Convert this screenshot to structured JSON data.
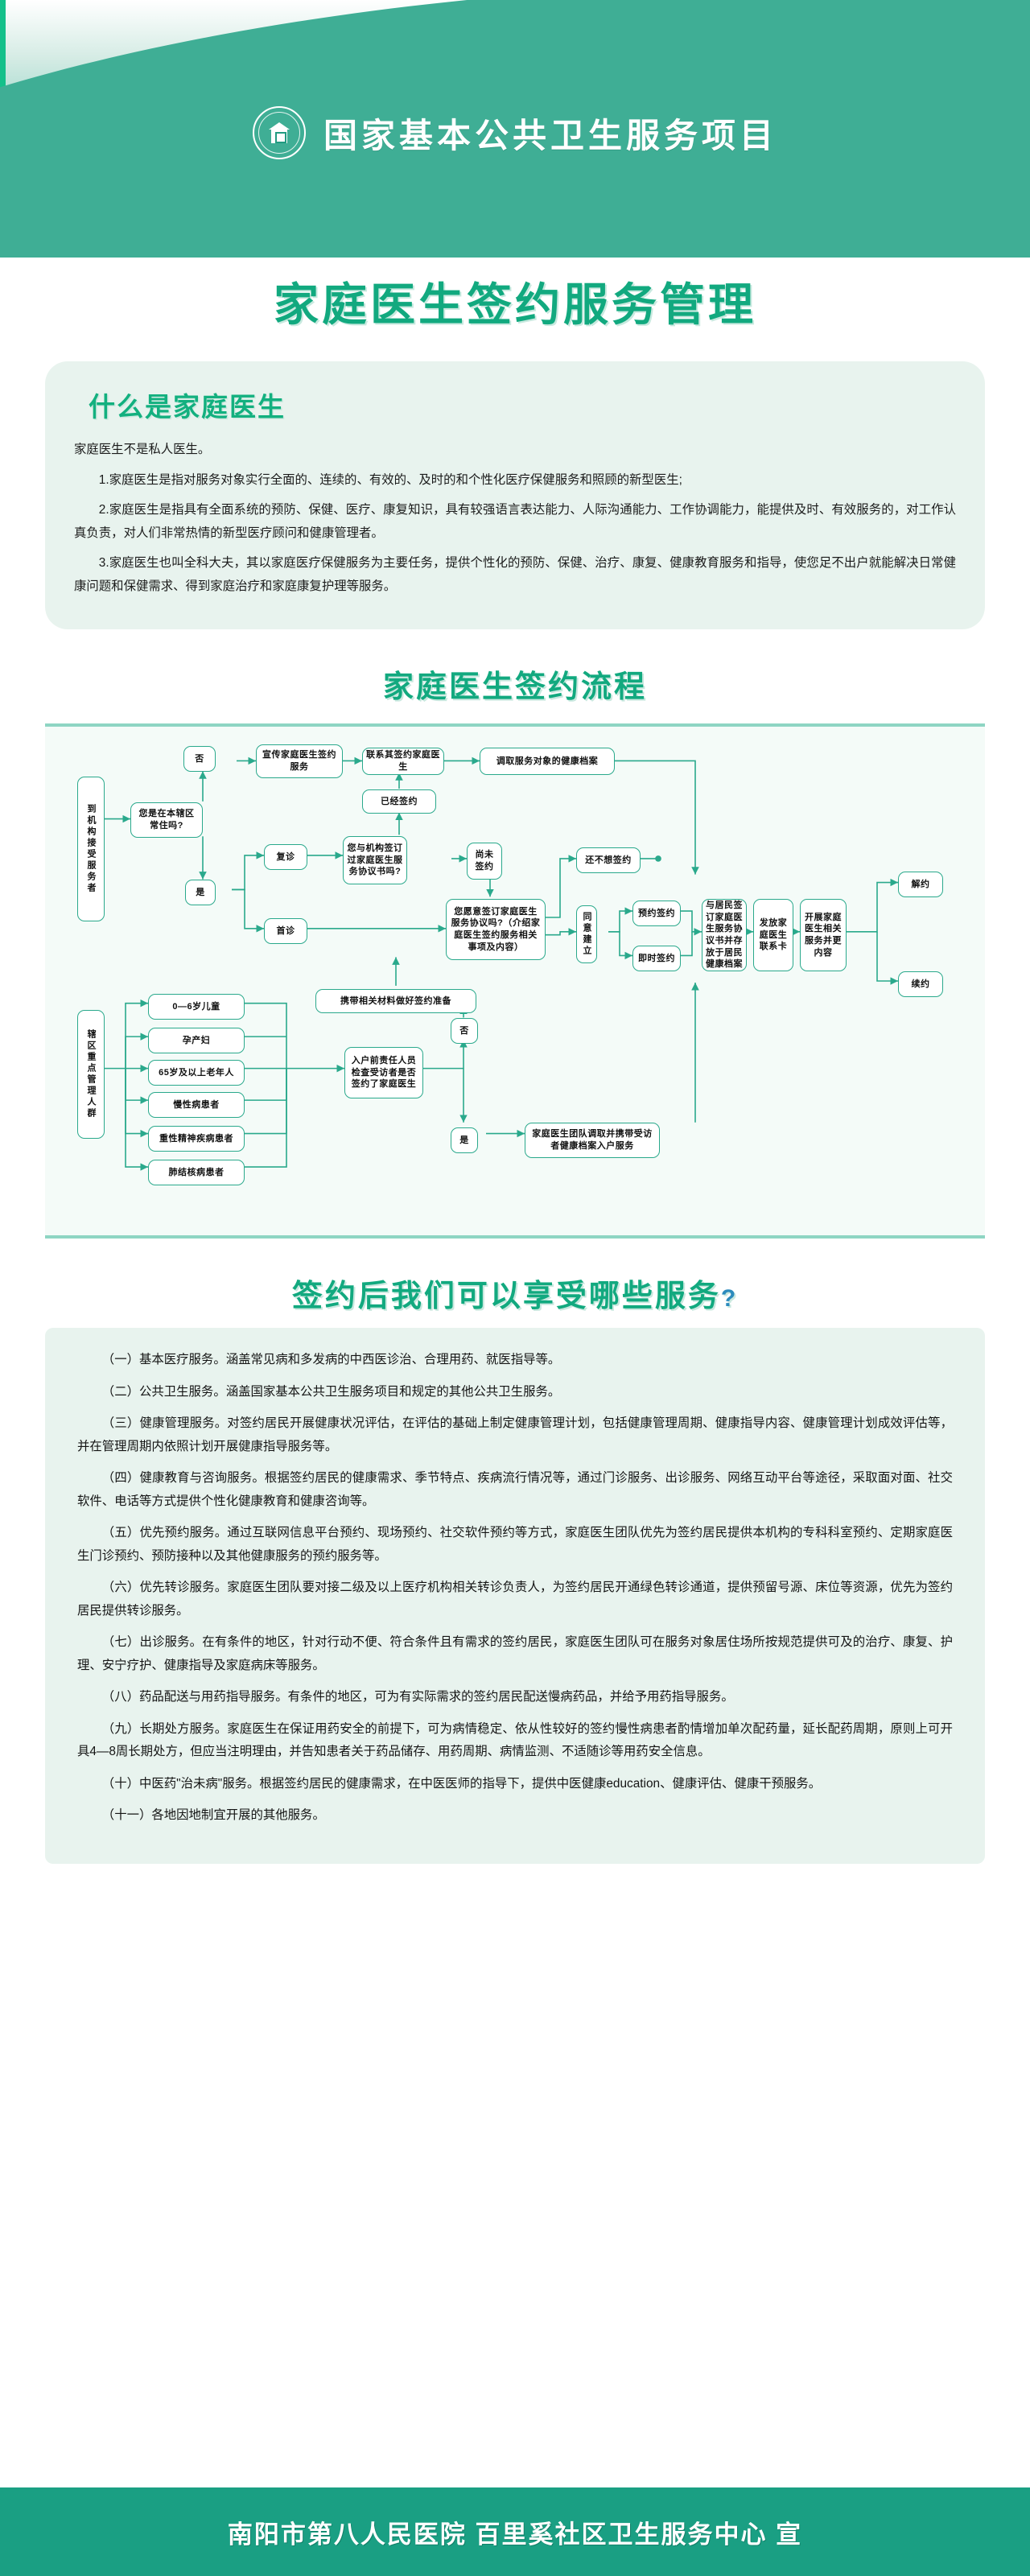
{
  "colors": {
    "brand_green": "#12a97f",
    "header_green": "#219b81",
    "card_bg": "#e8f3ee",
    "flow_border": "#2aa98c",
    "footer_bg": "#1a9f83",
    "question_blue": "#2c8bbd"
  },
  "header": {
    "emblem_name": "national-basic-public-health-service-emblem",
    "title": "国家基本公共卫生服务项目"
  },
  "main_title": "家庭医生签约服务管理",
  "section_what": {
    "title": "什么是家庭医生",
    "paragraphs": [
      "家庭医生不是私人医生。",
      "1.家庭医生是指对服务对象实行全面的、连续的、有效的、及时的和个性化医疗保健服务和照顾的新型医生;",
      "2.家庭医生是指具有全面系统的预防、保健、医疗、康复知识，具有较强语言表达能力、人际沟通能力、工作协调能力，能提供及时、有效服务的，对工作认真负责，对人们非常热情的新型医疗顾问和健康管理者。",
      "3.家庭医生也叫全科大夫，其以家庭医疗保健服务为主要任务，提供个性化的预防、保健、治疗、康复、健康教育服务和指导，使您足不出户就能解决日常健康问题和保健需求、得到家庭治疗和家庭康复护理等服务。"
    ]
  },
  "section_flow": {
    "title": "家庭医生签约流程",
    "nodes": {
      "n_start": "到机构接受服务者",
      "n_resident_q": "您是在本辖区常住吗?",
      "n_no": "否",
      "n_yes": "是",
      "n_promote": "宣传家庭医生签约服务",
      "n_contact": "联系其签约家庭医生",
      "n_fetch_record": "调取服务对象的健康档案",
      "n_already_signed": "已经签约",
      "n_revisit": "复诊",
      "n_firstvisit": "首诊",
      "n_agreement_q": "您与机构签订过家庭医生服务协议书吗?",
      "n_not_signed": "尚未签约",
      "n_willing_q": "您愿意签订家庭医生服务协议吗?（介绍家庭医生签约服务相关事项及内容）",
      "n_not_want": "还不想签约",
      "n_agree": "同意建立",
      "n_book_sign": "预约签约",
      "n_instant_sign": "即时签约",
      "n_sign_store": "与居民签订家庭医生服务协议书并存放于居民健康档案",
      "n_issue_card": "发放家庭医生联系卡",
      "n_services": "开展家庭医生相关服务并更内容",
      "n_terminate": "解约",
      "n_renew": "续约",
      "n_key_group": "辖区重点管理人群",
      "n_g1": "0—6岁儿童",
      "n_g2": "孕产妇",
      "n_g3": "65岁及以上老年人",
      "n_g4": "慢性病患者",
      "n_g5": "重性精神疾病患者",
      "n_g6": "肺结核病患者",
      "n_prepare": "携带相关材料做好签约准备",
      "n_check_before": "入户前责任人员检查受访者是否签约了家庭医生",
      "n_no2": "否",
      "n_yes2": "是",
      "n_team_fetch": "家庭医生团队调取并携带受访者健康档案入户服务"
    }
  },
  "section_services": {
    "title": "签约后我们可以享受哪些服务",
    "title_qmark": "?",
    "items": [
      "（一）基本医疗服务。涵盖常见病和多发病的中西医诊治、合理用药、就医指导等。",
      "（二）公共卫生服务。涵盖国家基本公共卫生服务项目和规定的其他公共卫生服务。",
      "（三）健康管理服务。对签约居民开展健康状况评估，在评估的基础上制定健康管理计划，包括健康管理周期、健康指导内容、健康管理计划成效评估等，并在管理周期内依照计划开展健康指导服务等。",
      "（四）健康教育与咨询服务。根据签约居民的健康需求、季节特点、疾病流行情况等，通过门诊服务、出诊服务、网络互动平台等途径，采取面对面、社交软件、电话等方式提供个性化健康教育和健康咨询等。",
      "（五）优先预约服务。通过互联网信息平台预约、现场预约、社交软件预约等方式，家庭医生团队优先为签约居民提供本机构的专科科室预约、定期家庭医生门诊预约、预防接种以及其他健康服务的预约服务等。",
      "（六）优先转诊服务。家庭医生团队要对接二级及以上医疗机构相关转诊负责人，为签约居民开通绿色转诊通道，提供预留号源、床位等资源，优先为签约居民提供转诊服务。",
      "（七）出诊服务。在有条件的地区，针对行动不便、符合条件且有需求的签约居民，家庭医生团队可在服务对象居住场所按规范提供可及的治疗、康复、护理、安宁疗护、健康指导及家庭病床等服务。",
      "（八）药品配送与用药指导服务。有条件的地区，可为有实际需求的签约居民配送慢病药品，并给予用药指导服务。",
      "（九）长期处方服务。家庭医生在保证用药安全的前提下，可为病情稳定、依从性较好的签约慢性病患者酌情增加单次配药量，延长配药周期，原则上可开具4—8周长期处方，但应当注明理由，并告知患者关于药品储存、用药周期、病情监测、不适随诊等用药安全信息。",
      "（十）中医药\"治未病\"服务。根据签约居民的健康需求，在中医医师的指导下，提供中医健康education、健康评估、健康干预服务。",
      "（十一）各地因地制宜开展的其他服务。"
    ]
  },
  "footer": {
    "text": "南阳市第八人民医院  百里奚社区卫生服务中心  宣"
  }
}
